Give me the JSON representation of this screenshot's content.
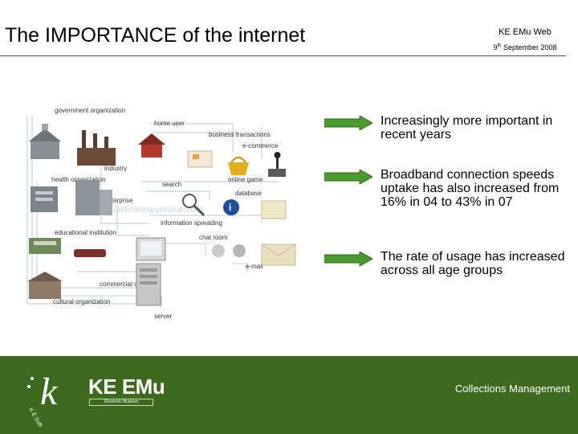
{
  "header": {
    "title": "The IMPORTANCE of the internet",
    "org": "KE EMu Web",
    "date_day": "9",
    "date_suffix": "th",
    "date_rest": " September 2008"
  },
  "diagram": {
    "labels": {
      "government_organization": "government organization",
      "home_user": "home user",
      "business_transactions": "business transactions",
      "e_commerce": "e-commerce",
      "industry": "industry",
      "health_organization": "health organization",
      "search": "search",
      "online_game": "online game",
      "database": "database",
      "enterprise": "enterprise",
      "information_spreading": "information spreading",
      "educational_institution": "educational institution",
      "chat_room": "chat room",
      "e_mail": "e-mail",
      "commercial_concern": "commercial concern",
      "cultural_organization": "cultural organization",
      "server": "server"
    },
    "watermark": "www.visualdictionaryonline.com"
  },
  "bullets": [
    {
      "text": "Increasingly more important in recent years"
    },
    {
      "text": "Broadband connection speeds uptake has also increased from 16% in 04 to 43% in 07"
    },
    {
      "text": "The rate of usage has increased  across all age groups"
    }
  ],
  "footer": {
    "logo": "KE EMu",
    "logo_sub": "Electronic Museum",
    "tagline": "Collections Management",
    "seal_text": "K E Software"
  },
  "colors": {
    "footer_green": "#3d6a1e",
    "arrow_green": "#4a9a2f"
  }
}
